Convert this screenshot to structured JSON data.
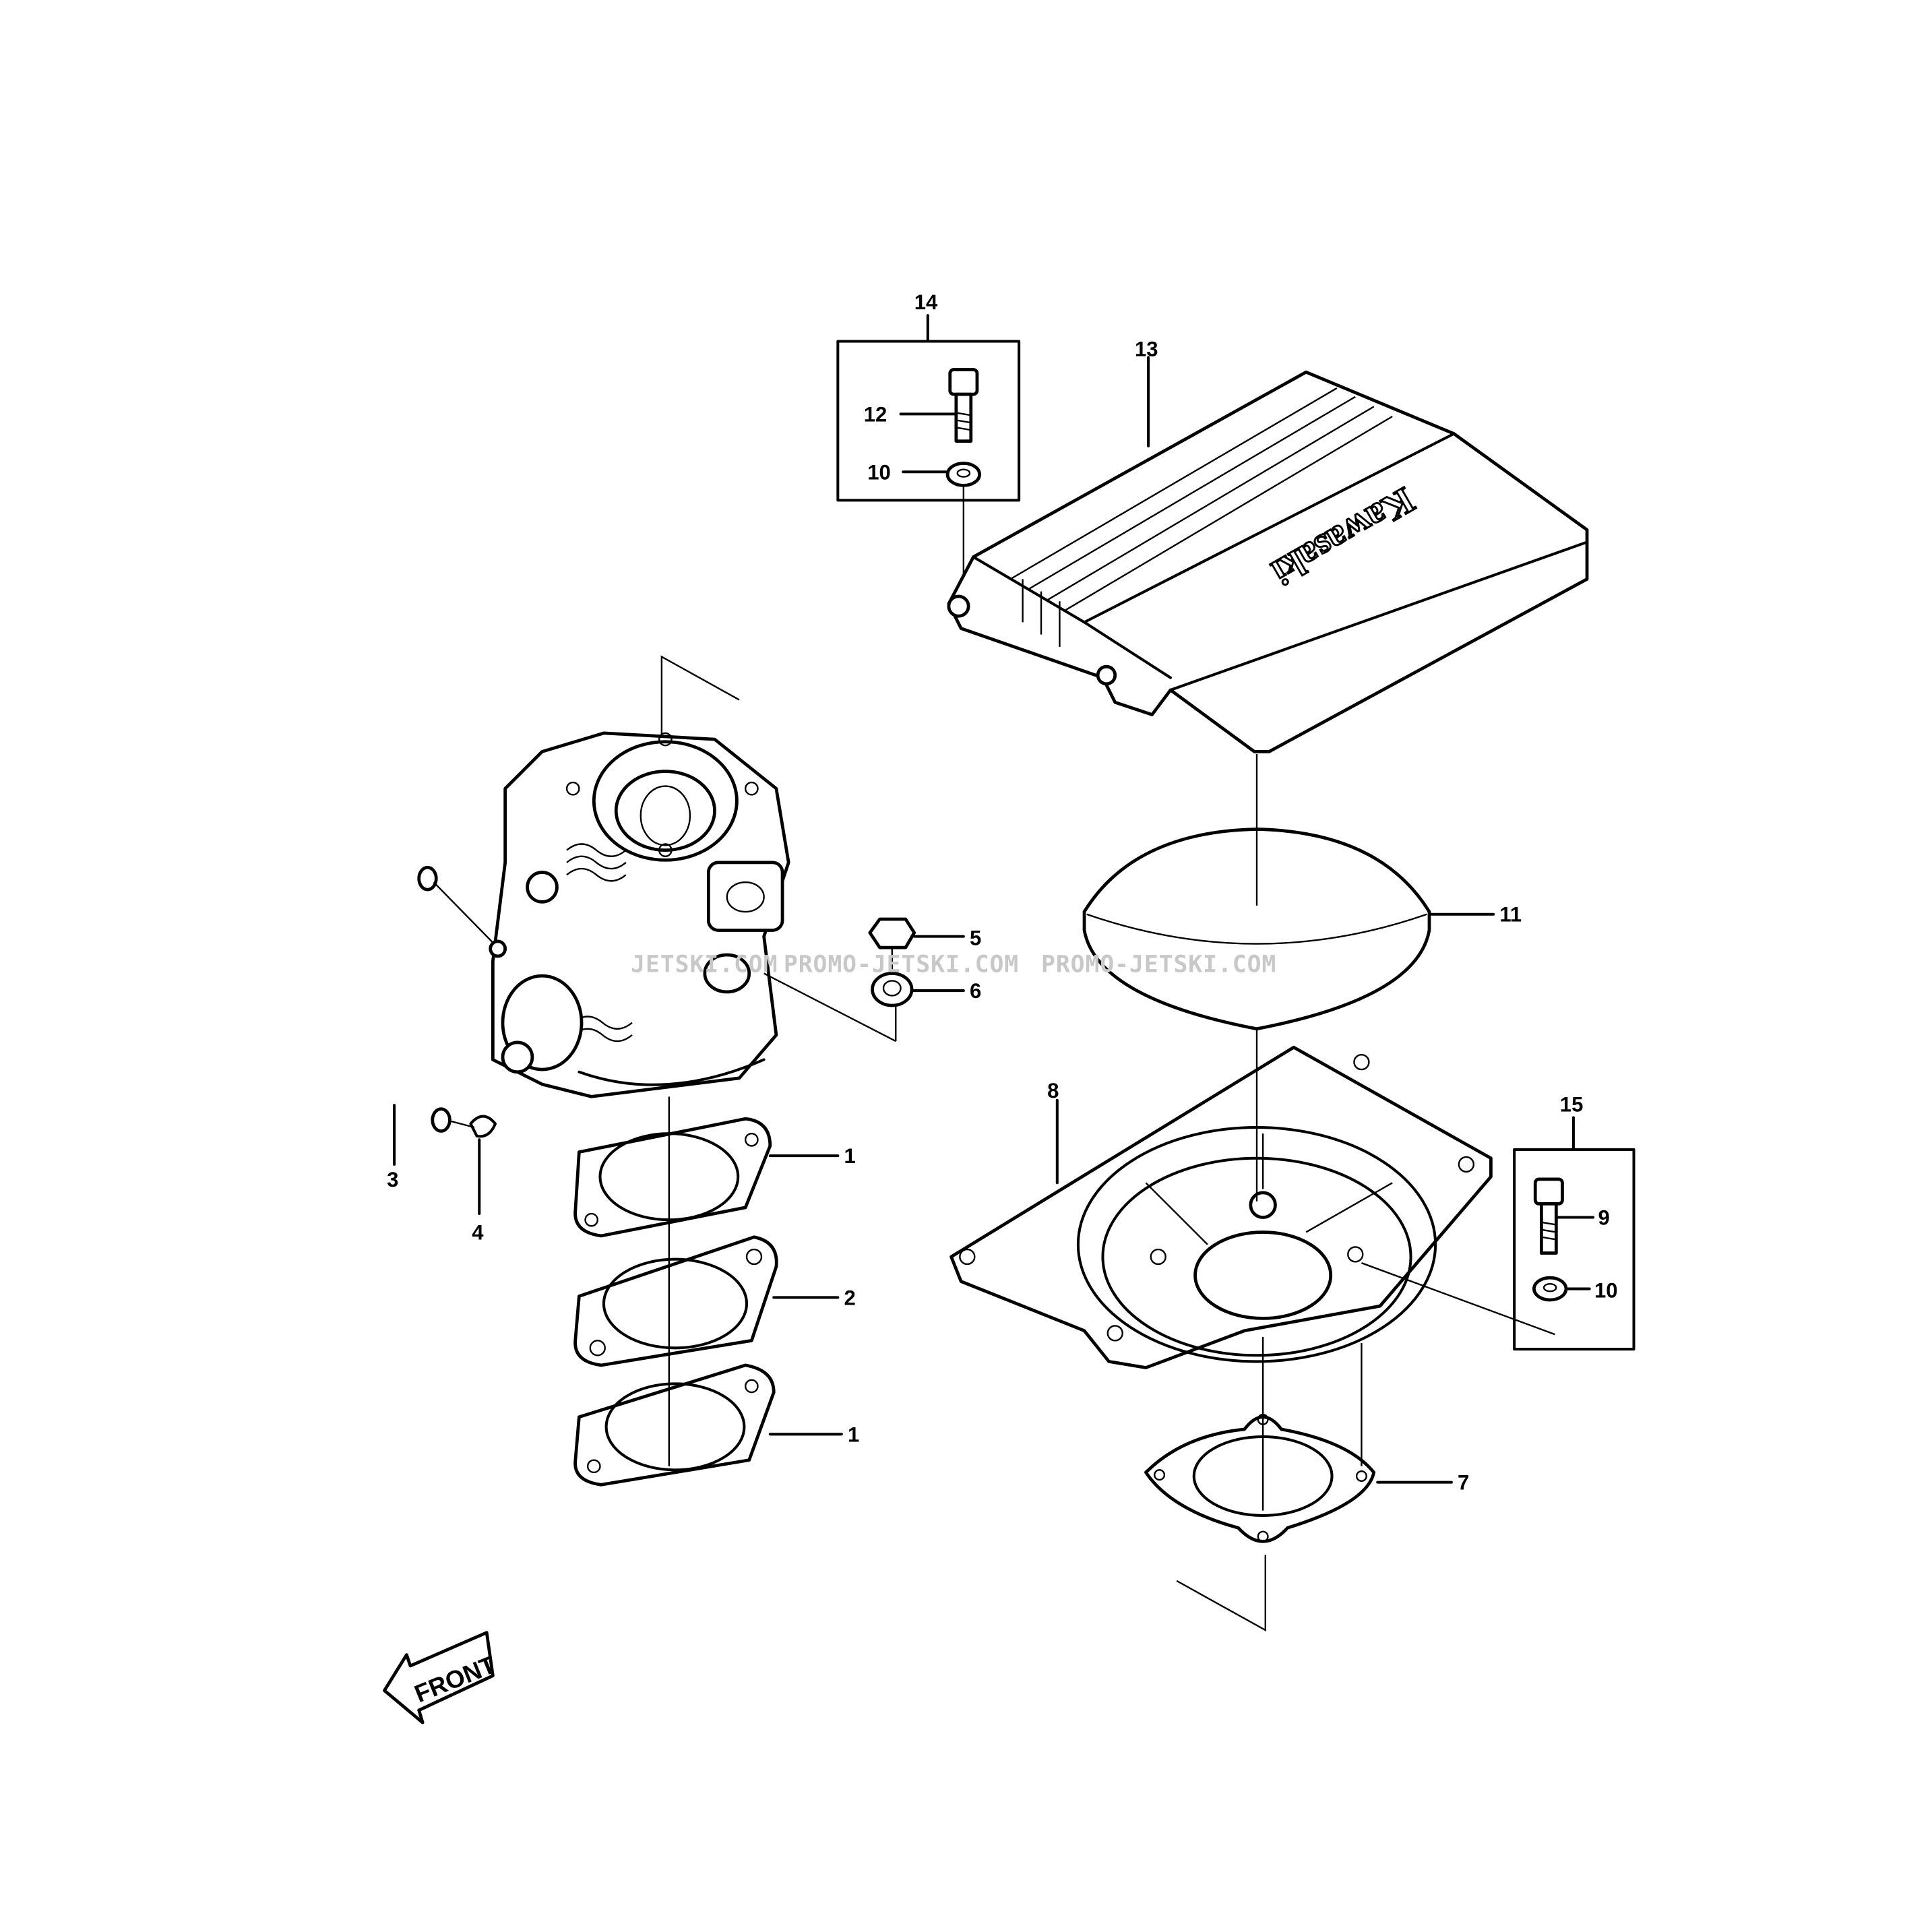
{
  "diagram": {
    "callouts": {
      "c1a": "1",
      "c1b": "1",
      "c2": "2",
      "c3": "3",
      "c4": "4",
      "c5": "5",
      "c6": "6",
      "c7": "7",
      "c8": "8",
      "c9": "9",
      "c10a": "10",
      "c10b": "10",
      "c11": "11",
      "c12": "12",
      "c13": "13",
      "c14": "14",
      "c15": "15"
    },
    "logo_text": "Kawasaki",
    "front_label": "FRONT",
    "watermark": [
      "JETSKI.COM",
      "PROMO-JETSKI.COM",
      "PROMO-JETSKI.COM"
    ]
  }
}
